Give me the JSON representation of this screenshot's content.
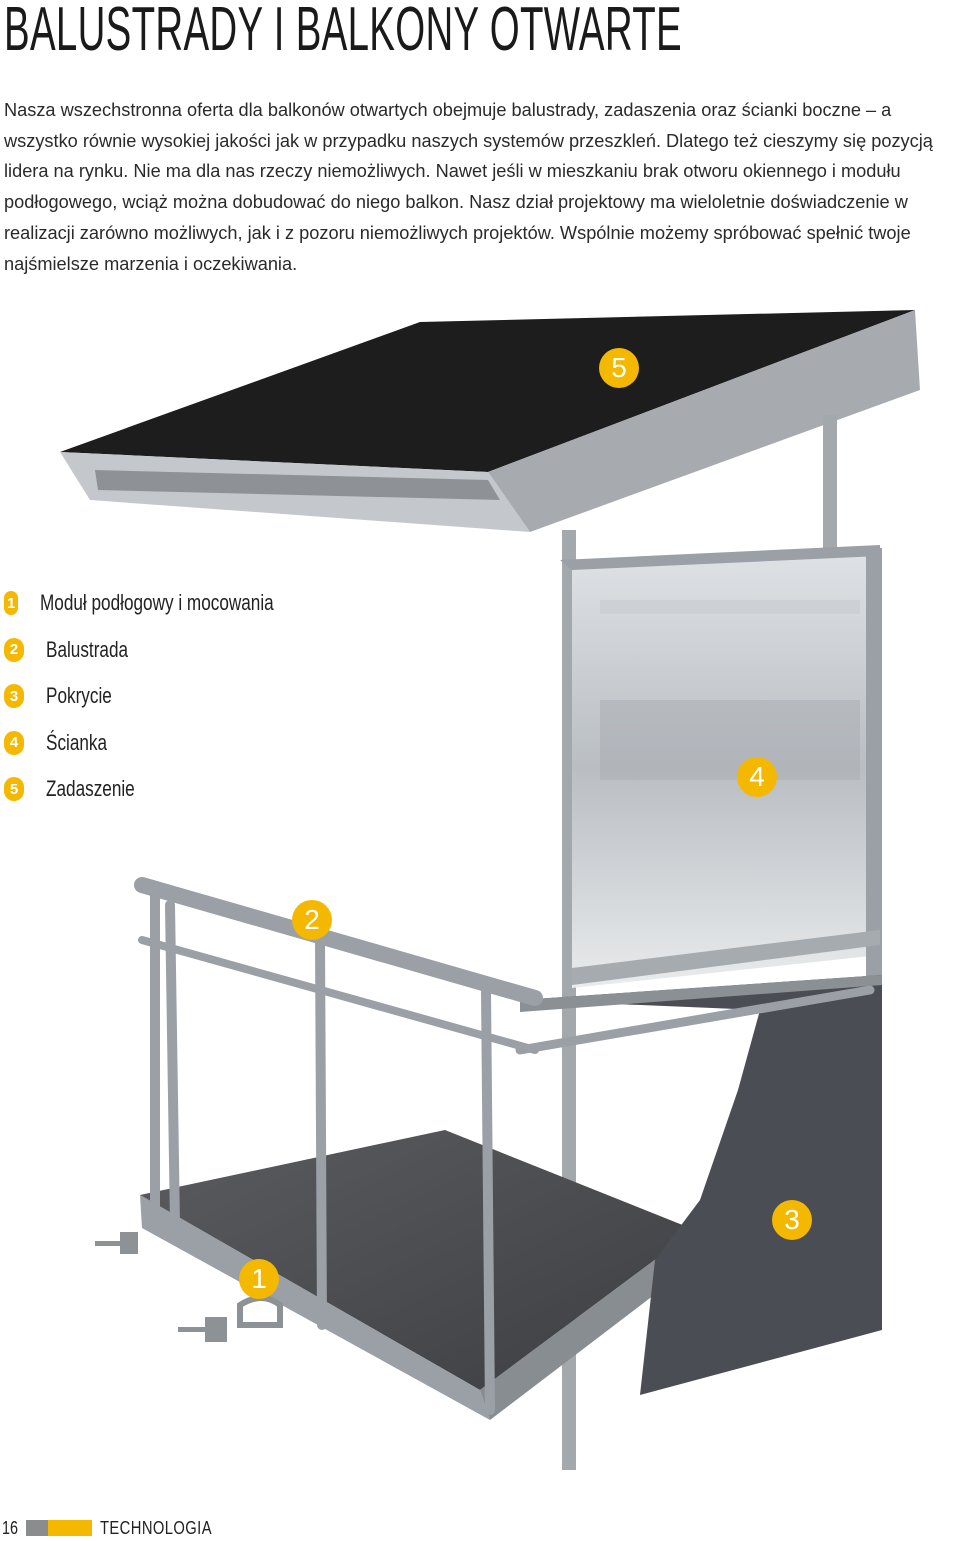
{
  "heading": "BALUSTRADY I BALKONY OTWARTE",
  "intro": "Nasza wszechstronna oferta dla balkonów otwartych obejmuje balustrady, zadaszenia oraz ścianki boczne – a wszystko równie wysokiej jakości jak w przypadku naszych systemów przeszkleń. Dlatego też cieszymy się pozycją lidera na rynku. Nie ma dla nas rzeczy niemożliwych. Nawet jeśli w mieszkaniu brak otworu okiennego i modułu podłogowego, wciąż można dobudować do niego balkon. Nasz dział projektowy ma wieloletnie doświadczenie w realizacji zarówno możliwych, jak i z pozoru niemożliwych projektów. Wspólnie możemy spróbować spełnić twoje najśmielsze marzenia i oczekiwania.",
  "legend": [
    {
      "num": "1",
      "label": "Moduł podłogowy i mocowania"
    },
    {
      "num": "2",
      "label": "Balustrada"
    },
    {
      "num": "3",
      "label": "Pokrycie"
    },
    {
      "num": "4",
      "label": "Ścianka"
    },
    {
      "num": "5",
      "label": "Zadaszenie"
    }
  ],
  "markers": {
    "m1": "1",
    "m2": "2",
    "m3": "3",
    "m4": "4",
    "m5": "5"
  },
  "footer": {
    "page": "16",
    "section": "TECHNOLOGIA"
  },
  "colors": {
    "accent": "#f5b800",
    "roof": "#1e1e1e",
    "frame": "#9aa0a6",
    "panel": "#4a4d53"
  }
}
